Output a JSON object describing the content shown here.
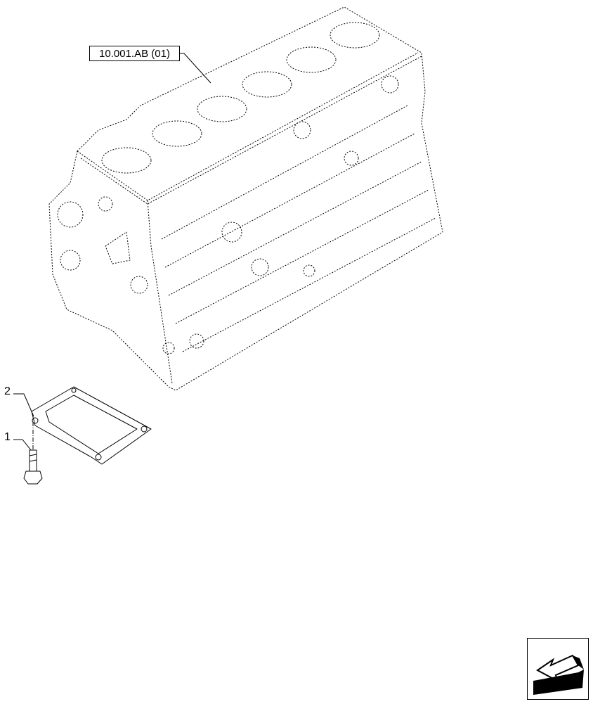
{
  "reference": {
    "label": "10.001.AB (01)"
  },
  "callouts": [
    {
      "number": "2",
      "part": "gasket"
    },
    {
      "number": "1",
      "part": "bolt"
    }
  ],
  "nav": {
    "icon": "arrow-back-icon"
  },
  "colors": {
    "line": "#000000",
    "background": "#ffffff"
  }
}
